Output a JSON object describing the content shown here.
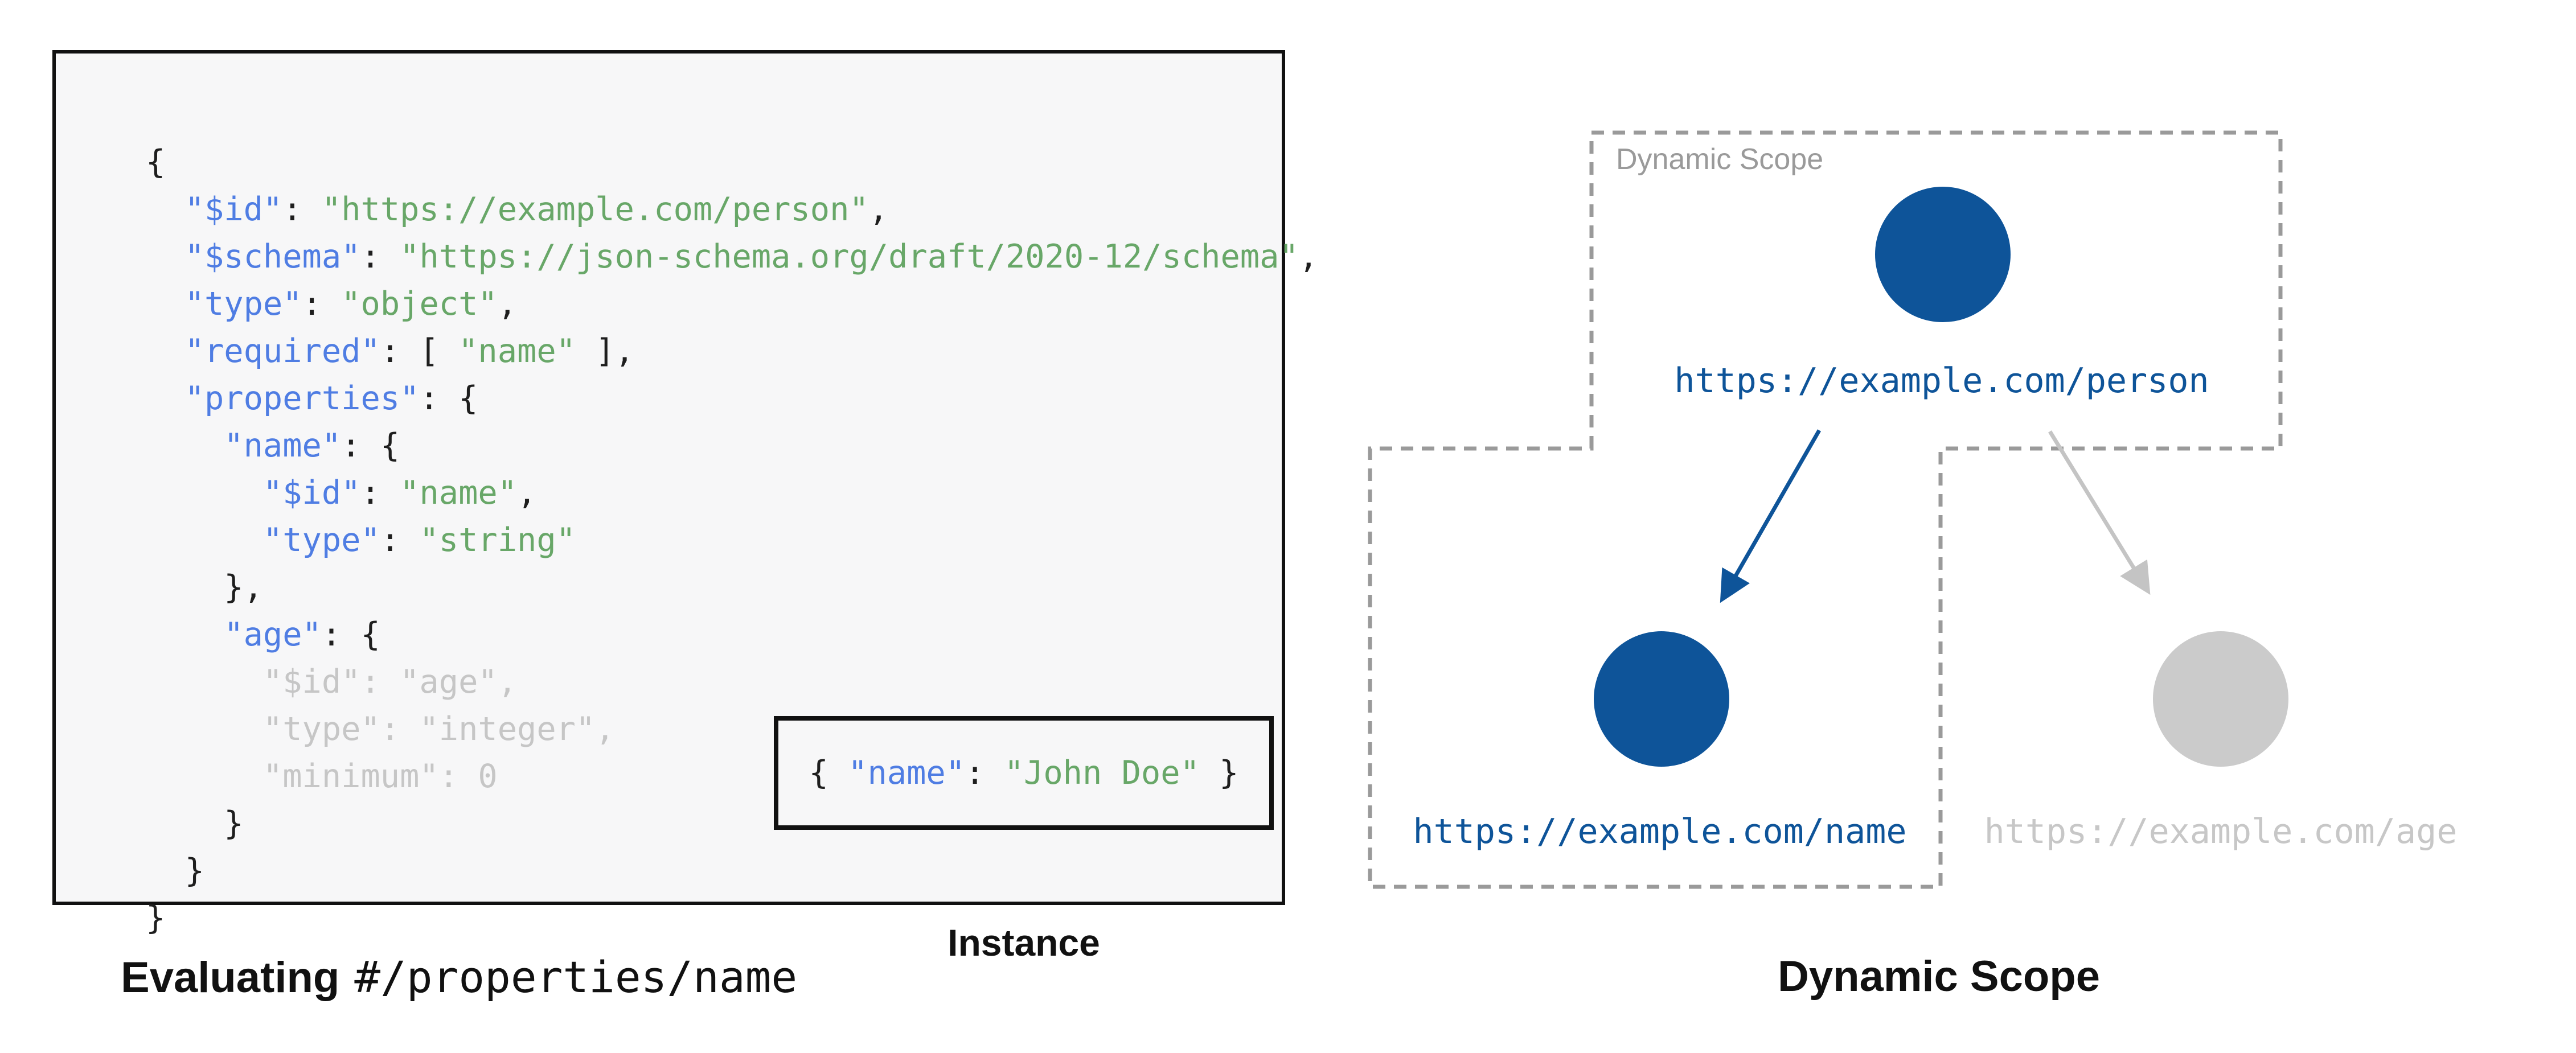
{
  "schema_panel": {
    "code": {
      "lines": [
        [
          [
            "b",
            "{"
          ]
        ],
        [
          [
            "b",
            "  "
          ],
          [
            "k",
            "\"$id\""
          ],
          [
            "b",
            ": "
          ],
          [
            "s",
            "\"https://example.com/person\""
          ],
          [
            "b",
            ","
          ]
        ],
        [
          [
            "b",
            "  "
          ],
          [
            "k",
            "\"$schema\""
          ],
          [
            "b",
            ": "
          ],
          [
            "s",
            "\"https://json-schema.org/draft/2020-12/schema\""
          ],
          [
            "b",
            ","
          ]
        ],
        [
          [
            "b",
            "  "
          ],
          [
            "k",
            "\"type\""
          ],
          [
            "b",
            ": "
          ],
          [
            "s",
            "\"object\""
          ],
          [
            "b",
            ","
          ]
        ],
        [
          [
            "b",
            "  "
          ],
          [
            "k",
            "\"required\""
          ],
          [
            "b",
            ": [ "
          ],
          [
            "s",
            "\"name\""
          ],
          [
            "b",
            " ],"
          ]
        ],
        [
          [
            "b",
            "  "
          ],
          [
            "k",
            "\"properties\""
          ],
          [
            "b",
            ": {"
          ]
        ],
        [
          [
            "b",
            "    "
          ],
          [
            "k",
            "\"name\""
          ],
          [
            "b",
            ": {"
          ]
        ],
        [
          [
            "b",
            "      "
          ],
          [
            "k",
            "\"$id\""
          ],
          [
            "b",
            ": "
          ],
          [
            "s",
            "\"name\""
          ],
          [
            "b",
            ","
          ]
        ],
        [
          [
            "b",
            "      "
          ],
          [
            "k",
            "\"type\""
          ],
          [
            "b",
            ": "
          ],
          [
            "s",
            "\"string\""
          ]
        ],
        [
          [
            "b",
            "    },"
          ]
        ],
        [
          [
            "b",
            "    "
          ],
          [
            "k",
            "\"age\""
          ],
          [
            "b",
            ": {"
          ]
        ],
        [
          [
            "g",
            "      \"$id\": \"age\","
          ]
        ],
        [
          [
            "g",
            "      \"type\": \"integer\","
          ]
        ],
        [
          [
            "g",
            "      \"minimum\": 0"
          ]
        ],
        [
          [
            "b",
            "    }"
          ]
        ],
        [
          [
            "b",
            "  }"
          ]
        ],
        [
          [
            "b",
            "}"
          ]
        ]
      ],
      "syntax_colors": {
        "key": "#4f7de3",
        "string": "#68a768",
        "punctuation": "#1e1e1e",
        "inactive": "#c6c6c6"
      }
    },
    "instance": {
      "segments": [
        [
          "b",
          "{ "
        ],
        [
          "k",
          "\"name\""
        ],
        [
          "b",
          ": "
        ],
        [
          "s",
          "\"John Doe\""
        ],
        [
          "b",
          " }"
        ]
      ],
      "label": "Instance"
    }
  },
  "captions": {
    "left_bold": "Evaluating",
    "left_mono": "#/properties/name",
    "right": "Dynamic Scope"
  },
  "diagram": {
    "scope_region_label": "Dynamic Scope",
    "nodes": [
      {
        "id": "person",
        "label": "https://example.com/person",
        "color": "#0e5499",
        "state": "active"
      },
      {
        "id": "name",
        "label": "https://example.com/name",
        "color": "#0e5499",
        "state": "active"
      },
      {
        "id": "age",
        "label": "https://example.com/age",
        "color": "#cbcbcb",
        "state": "inactive"
      }
    ],
    "arrows": [
      {
        "id": "person-to-name",
        "color": "#0e5499",
        "state": "active"
      },
      {
        "id": "person-to-age",
        "color": "#c4c4c4",
        "state": "inactive"
      }
    ],
    "colors": {
      "scope_border": "#9a9a9a",
      "active_blue": "#0e5499",
      "inactive_gray": "#cbcbcb"
    }
  }
}
